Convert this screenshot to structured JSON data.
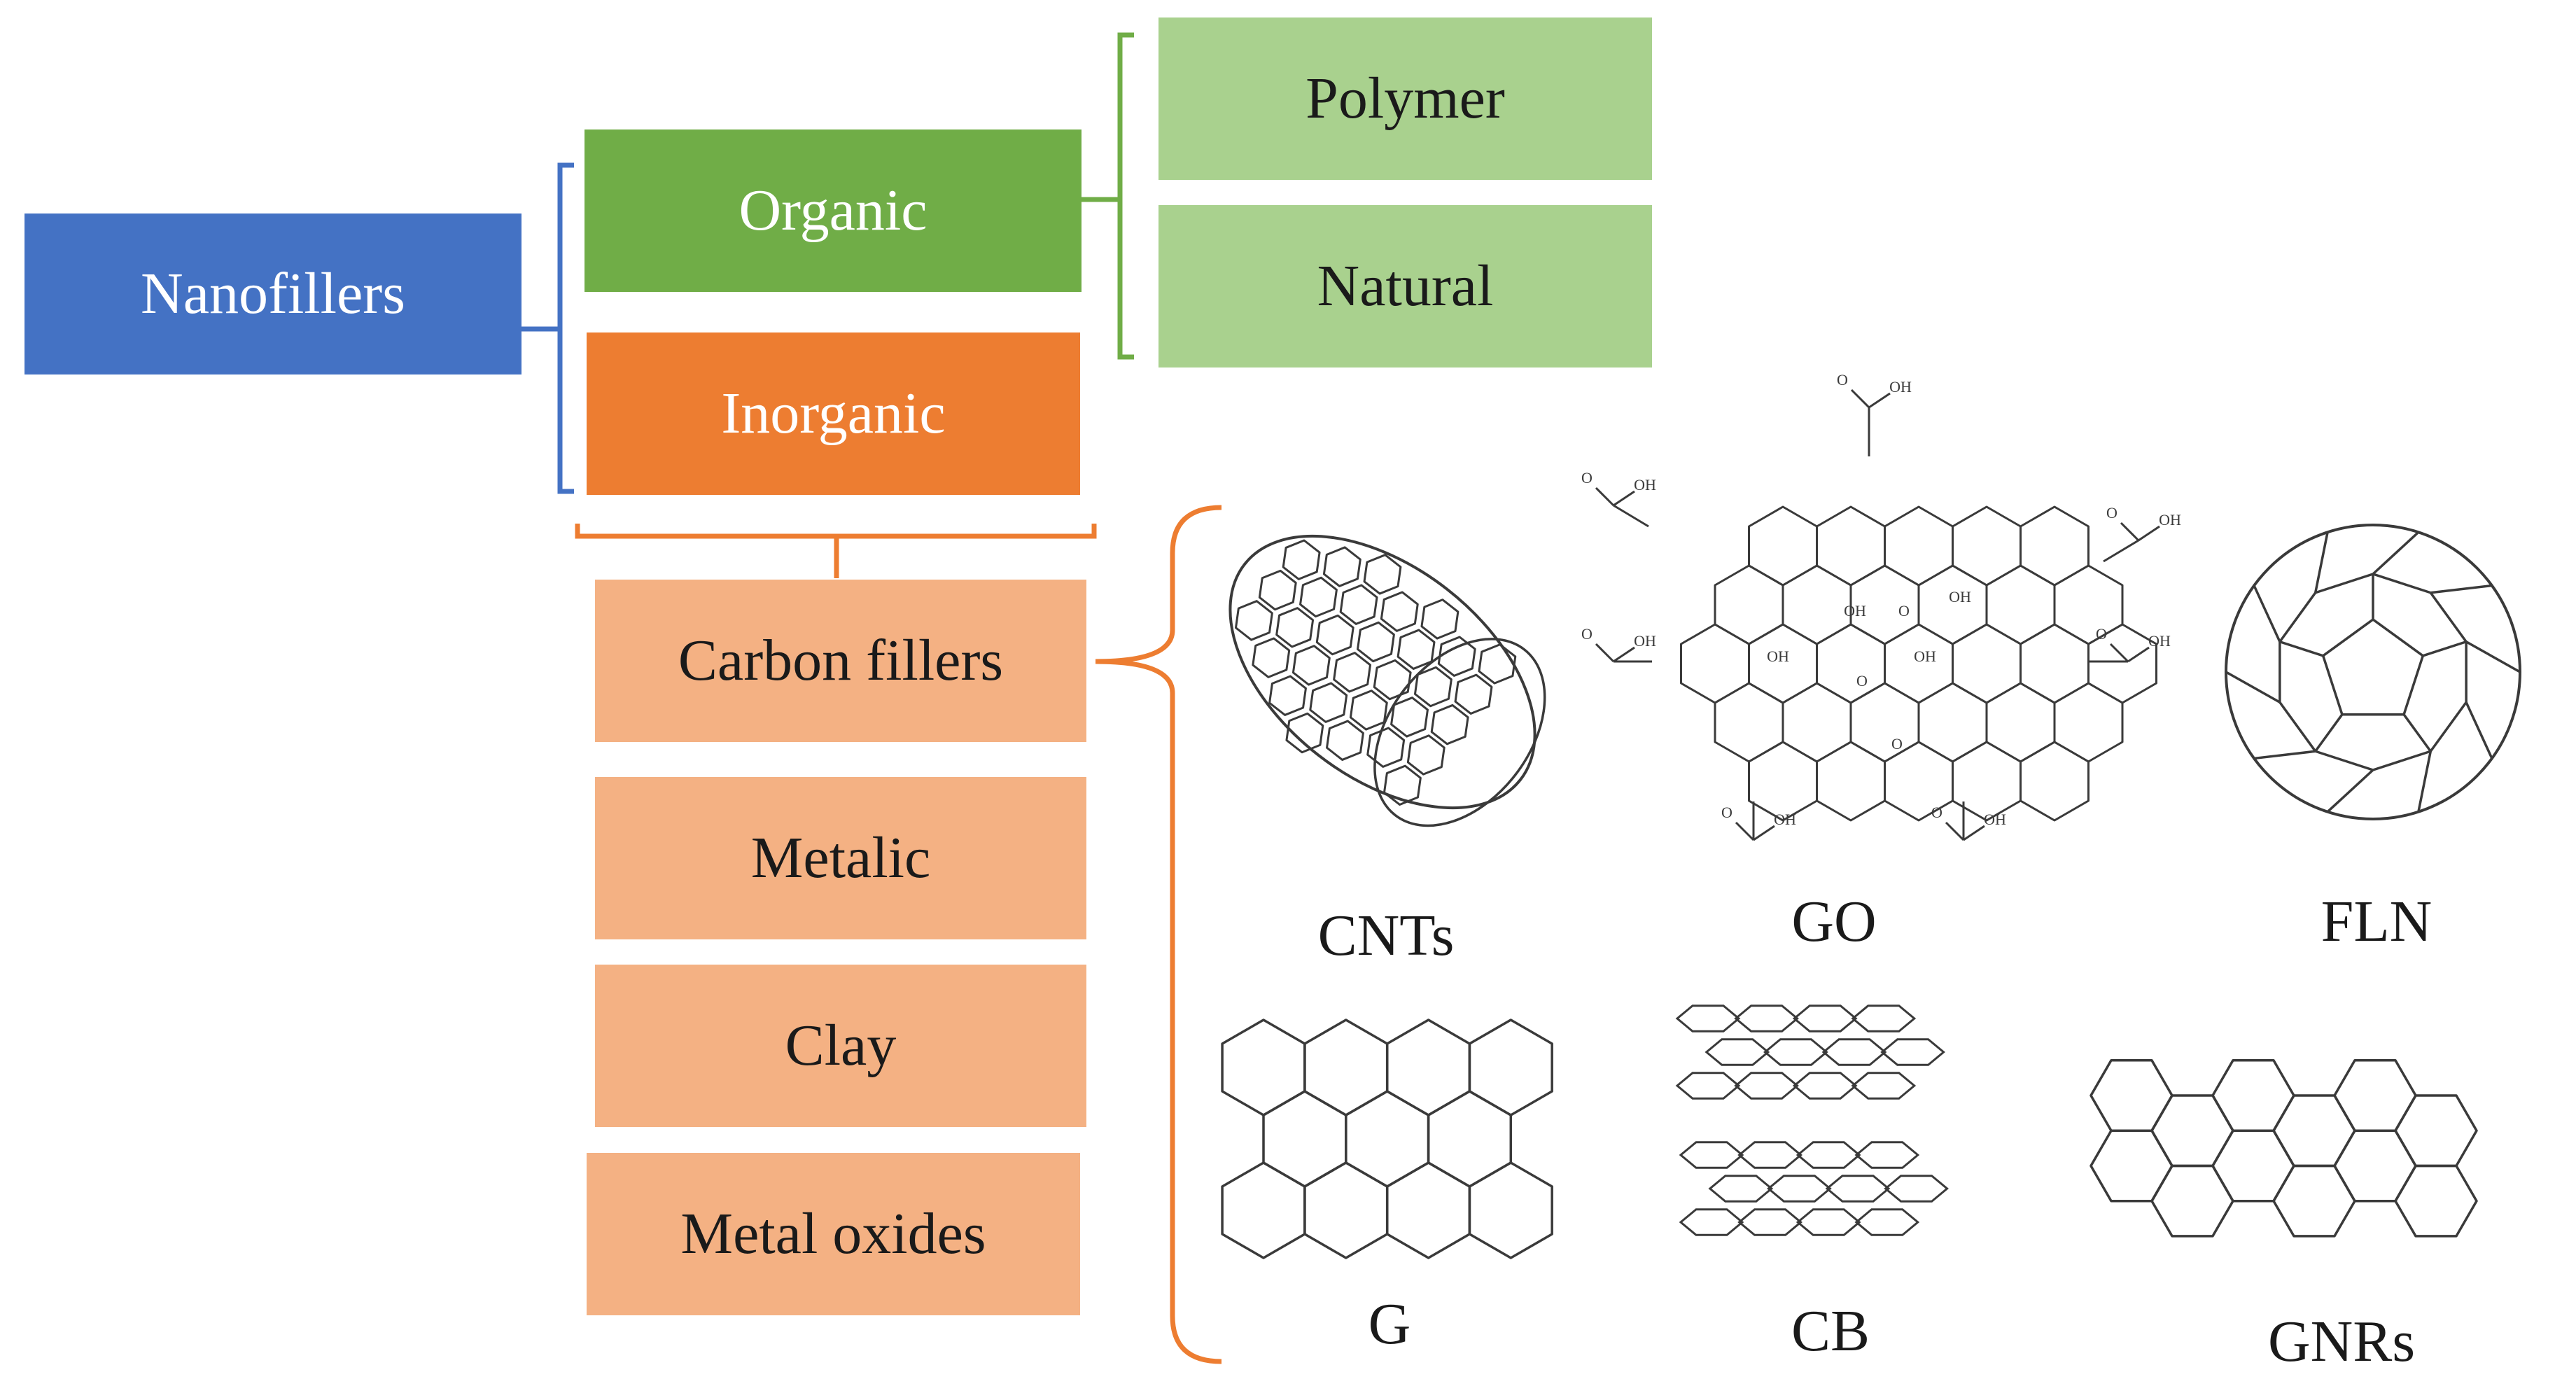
{
  "colors": {
    "root": "#4472C4",
    "organic": "#70AD47",
    "inorganic": "#ED7D31",
    "organic_child": "#A9D18E",
    "inorganic_child": "#F4B183",
    "structure_line": "#3a3a3a"
  },
  "root": {
    "label": "Nanofillers"
  },
  "categories": [
    {
      "label": "Organic",
      "children": [
        "Polymer",
        "Natural"
      ]
    },
    {
      "label": "Inorganic",
      "children": [
        "Carbon fillers",
        "Metalic",
        "Clay",
        "Metal oxides"
      ]
    }
  ],
  "carbon_structures": [
    {
      "label": "CNTs",
      "icon": "nanotube-icon"
    },
    {
      "label": "GO",
      "icon": "graphene-oxide-icon"
    },
    {
      "label": "FLN",
      "icon": "fullerene-icon"
    },
    {
      "label": "G",
      "icon": "graphene-icon"
    },
    {
      "label": "CB",
      "icon": "carbon-black-icon"
    },
    {
      "label": "GNRs",
      "icon": "graphene-nanoribbon-icon"
    }
  ],
  "go_groups": {
    "oh": "OH",
    "o": "O"
  }
}
